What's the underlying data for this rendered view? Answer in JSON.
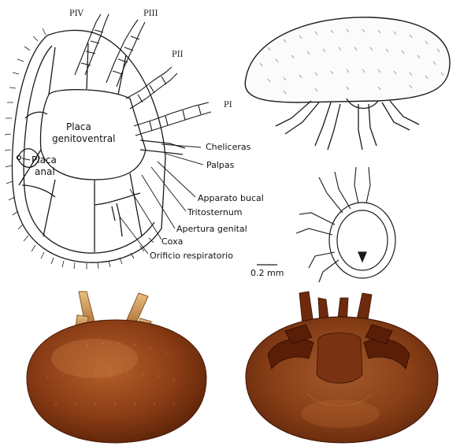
{
  "diagram": {
    "legs": {
      "p4": "PIV",
      "p3": "PIII",
      "p2": "PII",
      "p1": "PI"
    },
    "plates": {
      "genitoventral_line1": "Placa",
      "genitoventral_line2": "genitoventral",
      "anal_line1": "Placa",
      "anal_line2": "anal"
    },
    "callouts": {
      "cheliceras": "Cheliceras",
      "palpas": "Palpas",
      "apparato_bucal": "Apparato bucal",
      "tritosternum": "Tritosternum",
      "apertura_genital": "Apertura genital",
      "coxa": "Coxa",
      "orificio_respiratorio": "Orificio respiratorio"
    },
    "scale_bar": "0.2 mm"
  },
  "colors": {
    "ink": "#1a1a1a",
    "mite_dark": "#6b2a0e",
    "mite_mid": "#9a4a1c",
    "mite_light": "#c47a3e",
    "leg_tan": "#d9a864"
  }
}
